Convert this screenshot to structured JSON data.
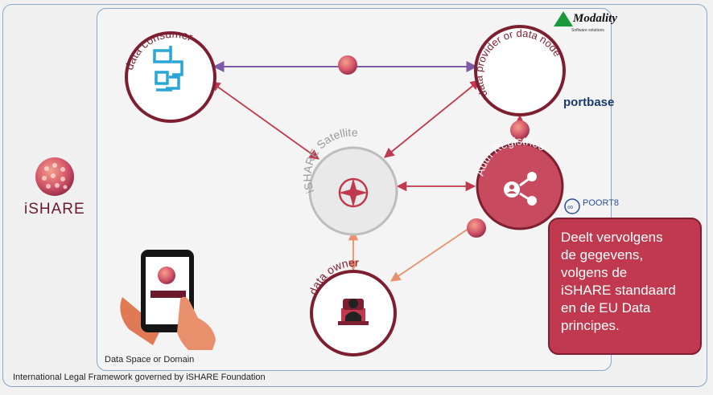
{
  "nodes": {
    "consumer": "data consumer",
    "provider": "data provider or data node",
    "satellite": "iSHARE Satellite",
    "registries": "Auth Registries",
    "owner": "data owner"
  },
  "left_logo": {
    "text": "iSHARE"
  },
  "logos": {
    "modality": "Modality",
    "modality_sub": "Software solutions",
    "portbase": "portbase",
    "poort8": "POORT8"
  },
  "labels": {
    "domain": "Data Space or Domain",
    "framework": "International Legal Framework governed by iSHARE Foundation"
  },
  "callout": {
    "lines": [
      "Deelt vervolgens",
      "de gegevens,",
      "volgens de",
      "iSHARE standaard",
      "en de EU Data",
      "principes."
    ]
  },
  "colors": {
    "dark_red": "#7d1f30",
    "red": "#c0394e",
    "purple": "#7b5aa6",
    "coral": "#e8906c",
    "border_blue": "#8aa6c8"
  }
}
